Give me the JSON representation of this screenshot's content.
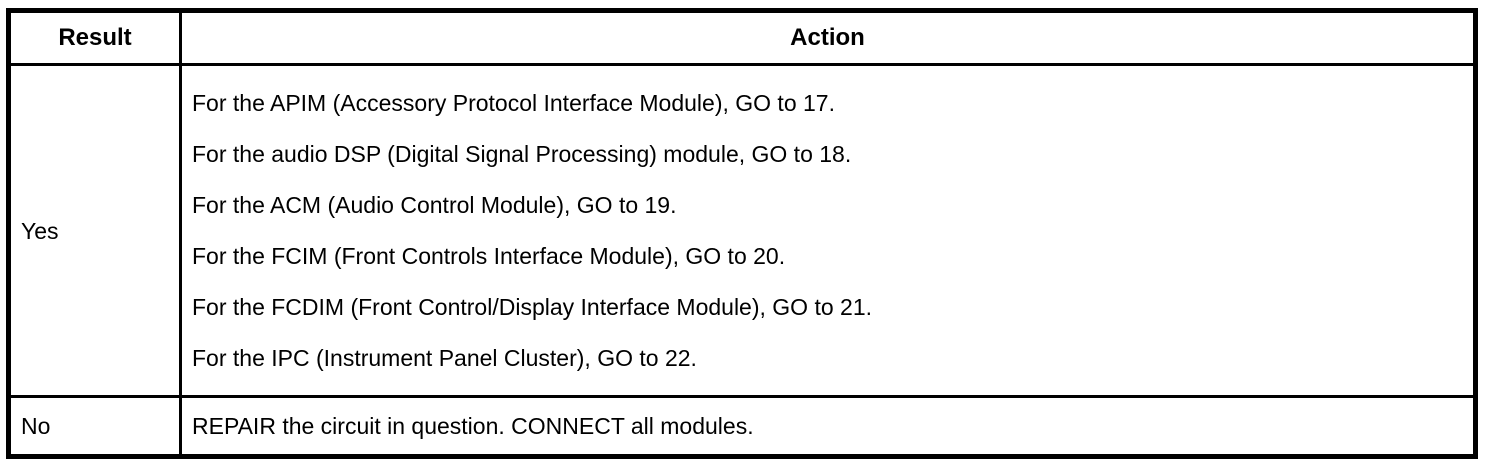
{
  "table": {
    "headers": {
      "result": "Result",
      "action": "Action"
    },
    "rows": [
      {
        "result": "Yes",
        "actions": [
          "For the APIM (Accessory Protocol Interface Module), GO to 17.",
          "For the audio DSP (Digital Signal Processing) module, GO to 18.",
          "For the ACM (Audio Control Module), GO to 19.",
          "For the FCIM (Front Controls Interface Module), GO to 20.",
          "For the FCDIM (Front Control/Display Interface Module), GO to 21.",
          "For the IPC (Instrument Panel Cluster), GO to 22."
        ]
      },
      {
        "result": "No",
        "actions": [
          "REPAIR the circuit in question. CONNECT all modules."
        ]
      }
    ],
    "colors": {
      "border": "#000000",
      "text": "#000000",
      "background": "#ffffff"
    }
  }
}
